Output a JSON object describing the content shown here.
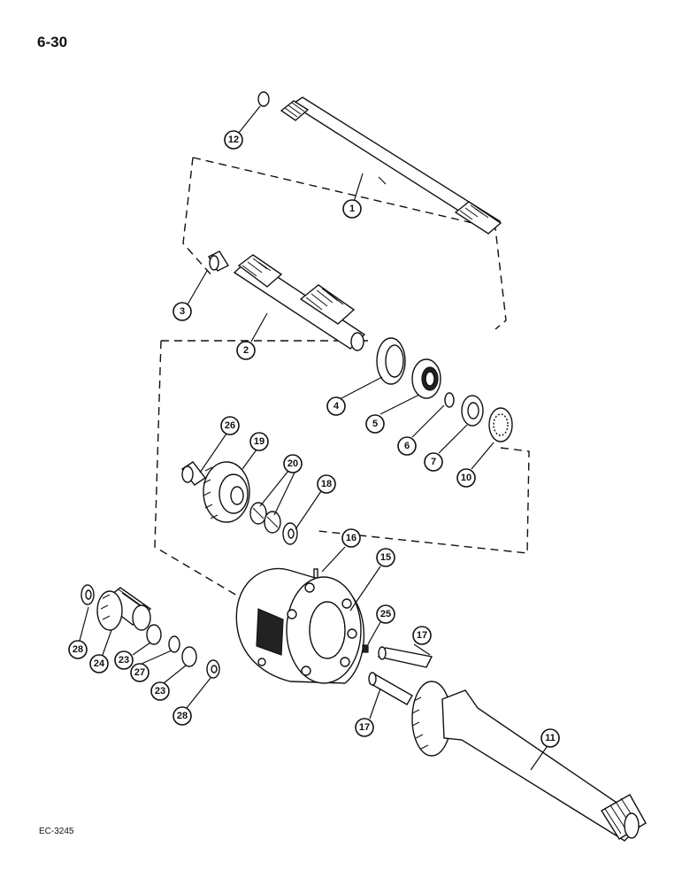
{
  "page": {
    "number": "6-30",
    "figure_code": "EC-3245"
  },
  "callouts": {
    "c1": "1",
    "c2": "2",
    "c3": "3",
    "c4": "4",
    "c5": "5",
    "c6": "6",
    "c7": "7",
    "c10": "10",
    "c11": "11",
    "c12": "12",
    "c15": "15",
    "c16": "16",
    "c17a": "17",
    "c17b": "17",
    "c18": "18",
    "c19": "19",
    "c20": "20",
    "c23a": "23",
    "c23b": "23",
    "c24": "24",
    "c25": "25",
    "c26": "26",
    "c27": "27",
    "c28a": "28",
    "c28b": "28"
  }
}
